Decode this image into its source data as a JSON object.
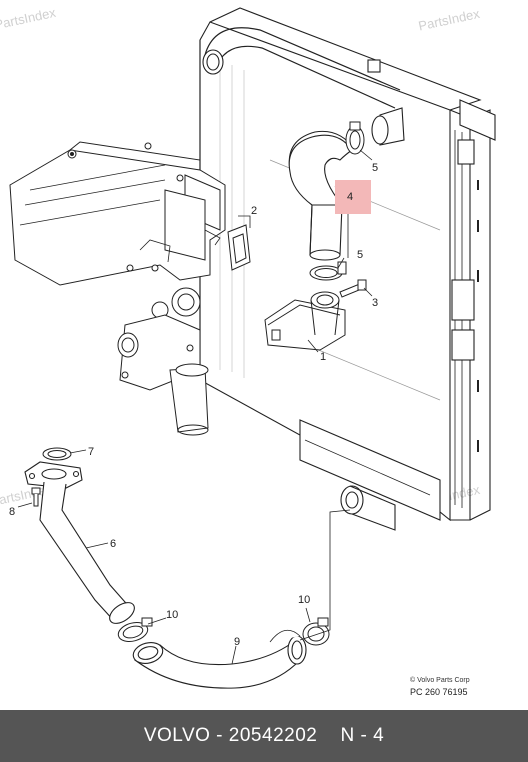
{
  "watermarks": [
    "PartsIndex",
    "PartsIndex",
    "PartsIndex",
    "PartsIndex"
  ],
  "callouts": {
    "c1": "1",
    "c2": "2",
    "c3": "3",
    "c4": "4",
    "c5a": "5",
    "c5b": "5",
    "c6": "6",
    "c7": "7",
    "c8": "8",
    "c9": "9",
    "c10a": "10",
    "c10b": "10"
  },
  "highlight_color": "#f3b8b8",
  "copyright": "© Volvo Parts Corp",
  "reference": "PC 260 76195",
  "footer": {
    "brand": "VOLVO",
    "separator": " - ",
    "part_number": "20542202",
    "position": "N - 4"
  }
}
